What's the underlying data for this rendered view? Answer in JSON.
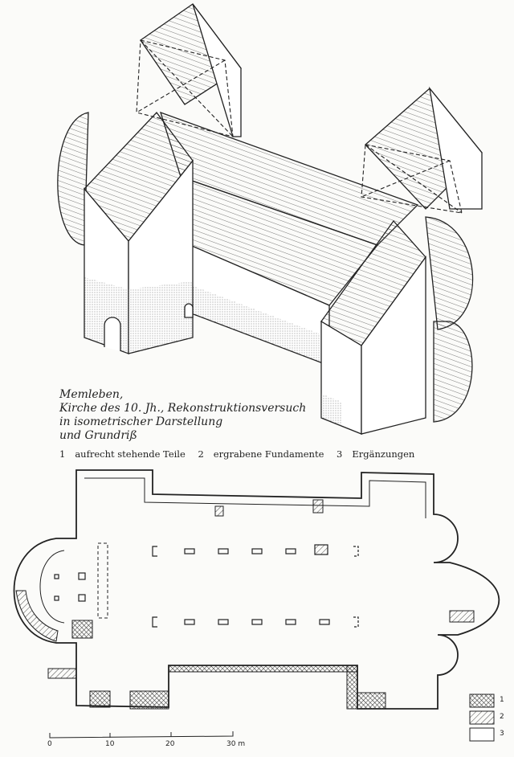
{
  "caption": {
    "line1": "Memleben,",
    "line2": "Kirche des 10. Jh., Rekonstruktionsversuch",
    "line3": "in isometrischer Darstellung",
    "line4": "und Grundriß"
  },
  "legend": {
    "items": [
      {
        "num": "1",
        "label": "aufrecht stehende Teile",
        "pattern": "crosshatch"
      },
      {
        "num": "2",
        "label": "ergrabene Fundamente",
        "pattern": "diagonal-hatch"
      },
      {
        "num": "3",
        "label": "Ergänzungen",
        "pattern": "blank"
      }
    ]
  },
  "scale": {
    "ticks": [
      "0",
      "10",
      "20",
      "30 m"
    ]
  },
  "colors": {
    "ink": "#222222",
    "paper": "#fbfbf9"
  }
}
